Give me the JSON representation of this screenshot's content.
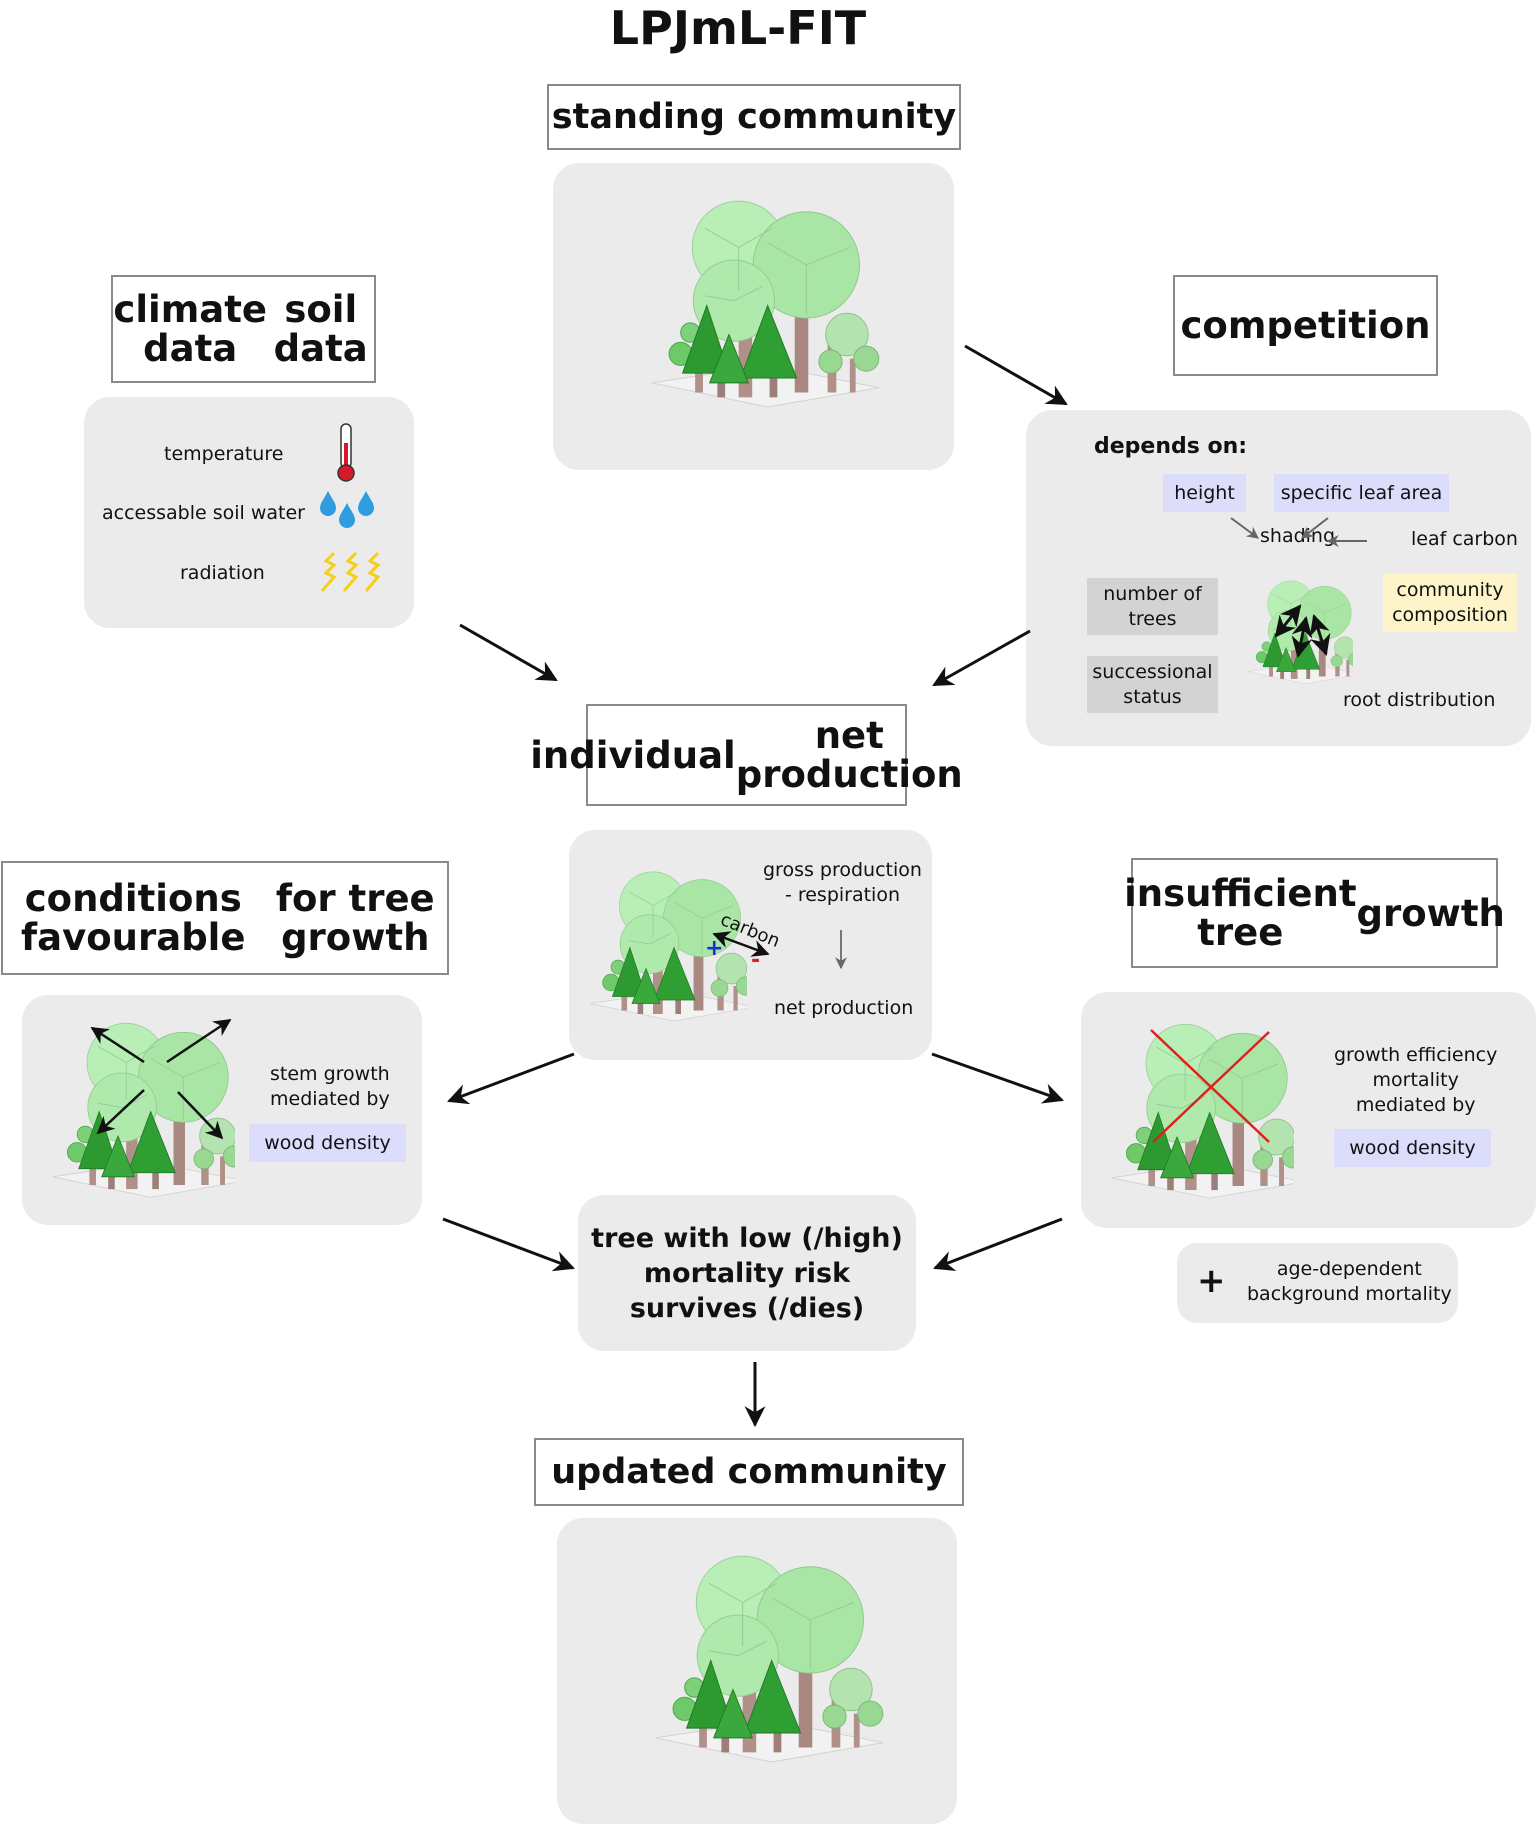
{
  "title": "LPJmL-FIT",
  "standing": {
    "heading": "standing community"
  },
  "inputs": {
    "heading_line1": "climate data",
    "heading_line2": "soil data",
    "items": [
      {
        "label": "temperature",
        "icon": "thermometer-icon"
      },
      {
        "label": "accessable soil water",
        "icon": "water-drops-icon"
      },
      {
        "label": "radiation",
        "icon": "radiation-icon"
      }
    ]
  },
  "competition": {
    "heading": "competition",
    "depends_on": "depends on:",
    "height": "height",
    "sla": "specific leaf area",
    "shading": "shading",
    "leaf_carbon": "leaf carbon",
    "number_of_trees_line1": "number of",
    "number_of_trees_line2": "trees",
    "successional_line1": "successional",
    "successional_line2": "status",
    "community_line1": "community",
    "community_line2": "composition",
    "root_distribution": "root distribution"
  },
  "production": {
    "heading_line1": "individual",
    "heading_line2": "net production",
    "gross_line1": "gross production",
    "gross_line2": "- respiration",
    "net": "net production",
    "carbon": "carbon",
    "plus": "+",
    "minus": "-"
  },
  "favourable": {
    "heading_line1": "conditions favourable",
    "heading_line2": "for tree growth",
    "stem_line1": "stem growth",
    "stem_line2": "mediated by",
    "wood_density": "wood density"
  },
  "insufficient": {
    "heading_line1": "insufficient tree",
    "heading_line2": "growth",
    "line1": "growth efficiency",
    "line2": "mortality",
    "line3": "mediated by",
    "wood_density": "wood density"
  },
  "background": {
    "plus": "+",
    "line1": "age-dependent",
    "line2": "background mortality"
  },
  "survival": {
    "line1": "tree with low (/high)",
    "line2": "mortality risk",
    "line3": "survives (/dies)"
  },
  "updated": {
    "heading": "updated community"
  },
  "colors": {
    "panel": "#ebebeb",
    "purple_tag": "#dcdcfb",
    "gray_tag": "#d3d3d3",
    "yellow_tag": "#fdf5c9",
    "crown_light": "#b7eeb5",
    "conifer": "#2c9a30",
    "trunk": "#b09088",
    "cross": "#e0201c"
  }
}
